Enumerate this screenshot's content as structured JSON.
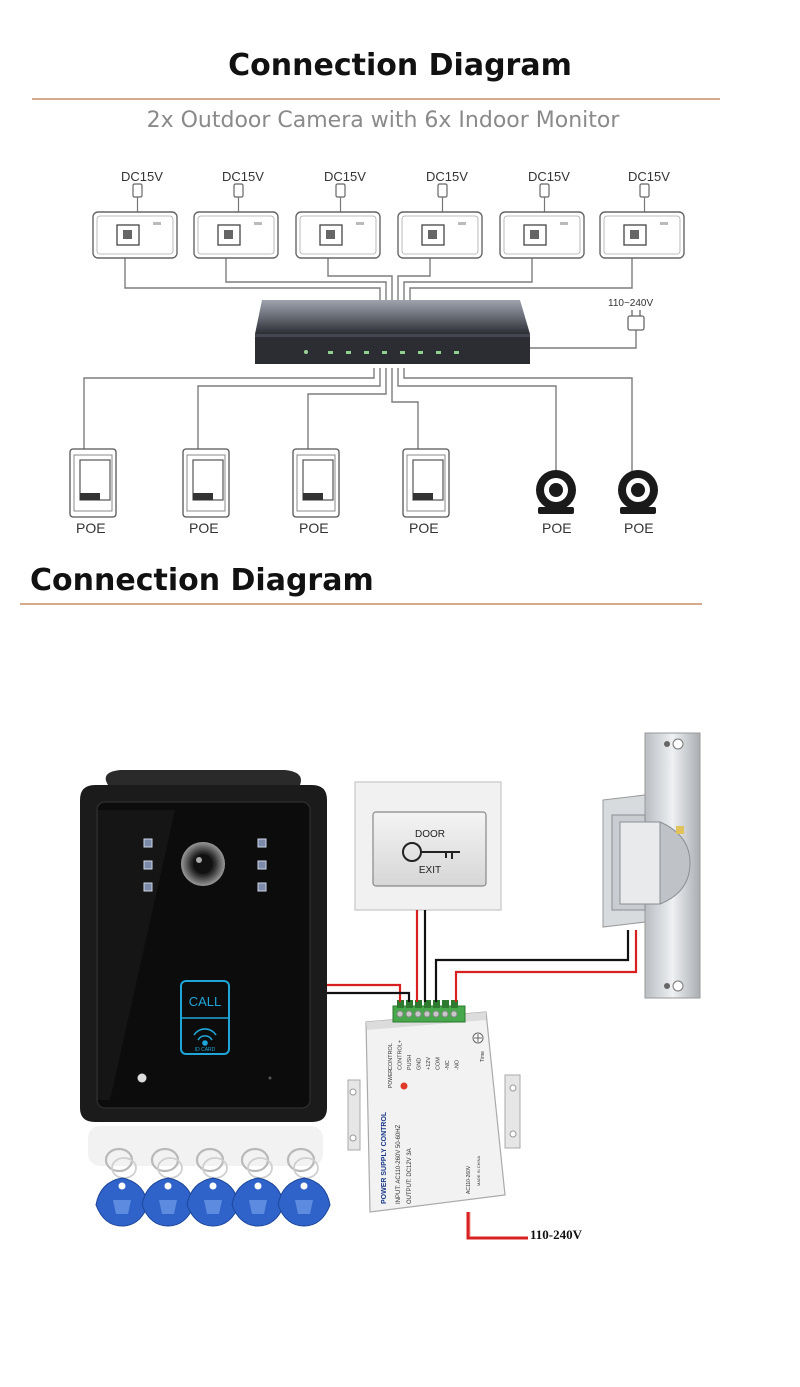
{
  "header": {
    "title": "Connection Diagram",
    "subtitle": "2x Outdoor Camera  with 6x Indoor Monitor"
  },
  "top_diagram": {
    "monitor_power_labels": [
      "DC15V",
      "DC15V",
      "DC15V",
      "DC15V",
      "DC15V",
      "DC15V"
    ],
    "switch_power_label": "110~240V",
    "poe_labels": [
      "POE",
      "POE",
      "POE",
      "POE",
      "POE",
      "POE"
    ]
  },
  "section2": {
    "title": "Connection Diagram"
  },
  "bottom_diagram": {
    "panel": {
      "call_label": "CALL",
      "card_label": "ID CARD"
    },
    "exit_button": {
      "top_label": "DOOR",
      "bottom_label": "EXIT"
    },
    "power_supply": {
      "terminals": [
        "CONTROL",
        "CONTROL+",
        "PUSH",
        "GND",
        "+12V",
        "COM",
        "-NC",
        "-NO"
      ],
      "time_label": "Time",
      "title": "POWER SUPPLY CONTROL",
      "input": "INPUT: AC110-260V 50-60HZ",
      "output": "OUTPUT: DC12V 3A",
      "ac_label": "AC110-260V",
      "origin": "MADE IN CHINA",
      "power_label": "POWER"
    },
    "mains_label": "110-240V"
  }
}
